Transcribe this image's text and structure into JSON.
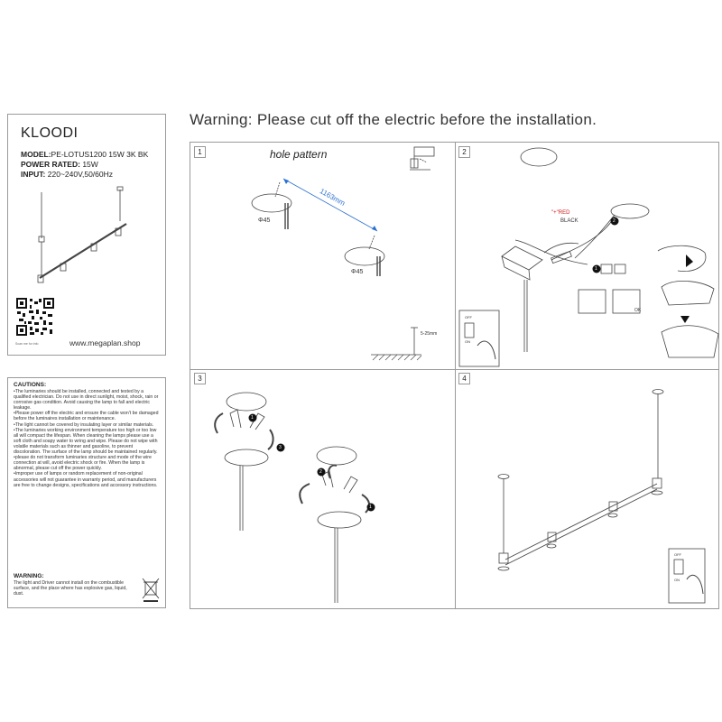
{
  "info": {
    "brand": "KLOODI",
    "model_label": "MODEL:",
    "model_value": "PE-LOTUS1200 15W 3K BK",
    "power_label": "POWER RATED:",
    "power_value": "15W",
    "input_label": "INPUT:",
    "input_value": "220~240V,50/60Hz",
    "website": "www.megaplan.shop",
    "qr_caption": "Scan me for info"
  },
  "warning_header": "Warning: Please cut off the electric before the installation.",
  "panels": [
    {
      "number": "1",
      "title": "hole pattern",
      "dimension": "1163mm",
      "hole_a": "Φ45",
      "hole_b": "Φ45",
      "depth": "5-25mm"
    },
    {
      "number": "2",
      "red_label": "\"+\"RED",
      "black_label": "BLACK",
      "step1": "1",
      "step2": "2",
      "ok_label": "OK",
      "off_label": "OFF",
      "on_label": "ON"
    },
    {
      "number": "3",
      "step1": "1",
      "step2": "2",
      "step3": "3"
    },
    {
      "number": "4",
      "off_label": "OFF",
      "on_label": "ON"
    }
  ],
  "cautions": {
    "title": "CAUTIONS:",
    "text": "•The luminaries should be installed, connected and tested by a qualified electrician. Do not use in direct sunlight, moist, shock, rain or corrosive gas condition. Avoid causing the lamp to fall and electric leakage.\n•Please power off the electric and ensure the cable won't be damaged before the luminaires installation or maintenance.\n•The light cannot be covered by insulating layer or similar materials.\n•The luminaries working environment temperature too high or too low all will compact the lifespan. When cleaning the lamps please use a soft cloth and soapy water to wring and wipe. Please do not wipe with volatile materials such as thinner and gasoline, to prevent discoloration. The surface of the lamp should be maintained regularly.\n•please do not transform luminaries structure and mode of the wire connection at will, avoid electric shock or fire. When the lamp is abnormal, please cut off the power quickly.\n•Improper use of lamps or random replacement of non-original accessories will not guarantee in warranty period, and manufacturers are free to change designs, specifications and accessory instructions.",
    "warning_title": "WARNING:",
    "warning_text": "The light and Driver cannot install on the combustible surface, and the place where has explosive gas, liquid, dust."
  }
}
